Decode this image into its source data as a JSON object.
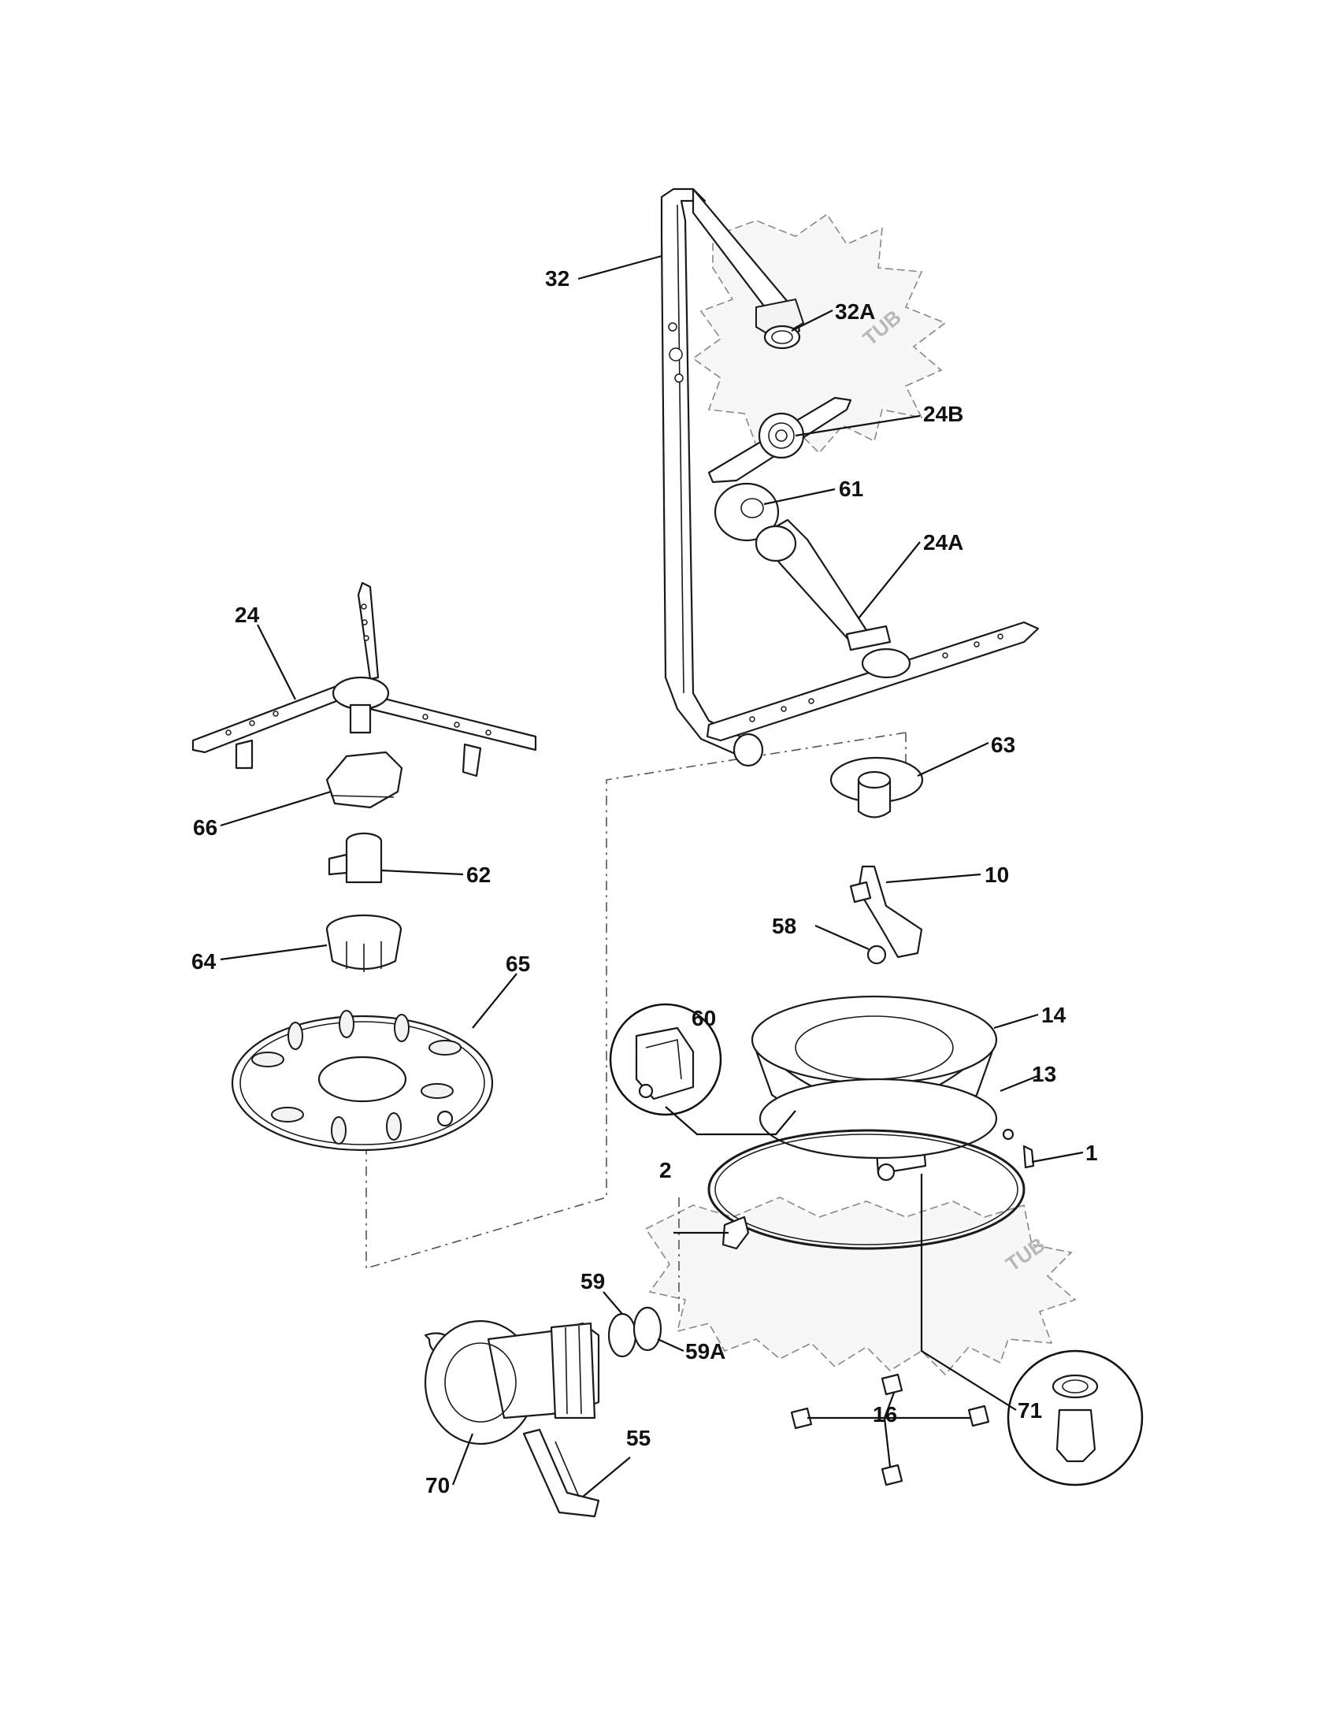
{
  "labels": {
    "tub_upper": "TUB",
    "tub_lower": "TUB",
    "p32": "32",
    "p32a": "32A",
    "p24b": "24B",
    "p61": "61",
    "p24a": "24A",
    "p24": "24",
    "p63": "63",
    "p66": "66",
    "p62": "62",
    "p10": "10",
    "p58": "58",
    "p64": "64",
    "p65": "65",
    "p60": "60",
    "p14": "14",
    "p13": "13",
    "p1": "1",
    "p2": "2",
    "p59": "59",
    "p59a": "59A",
    "p16": "16",
    "p71": "71",
    "p55": "55",
    "p70": "70"
  }
}
